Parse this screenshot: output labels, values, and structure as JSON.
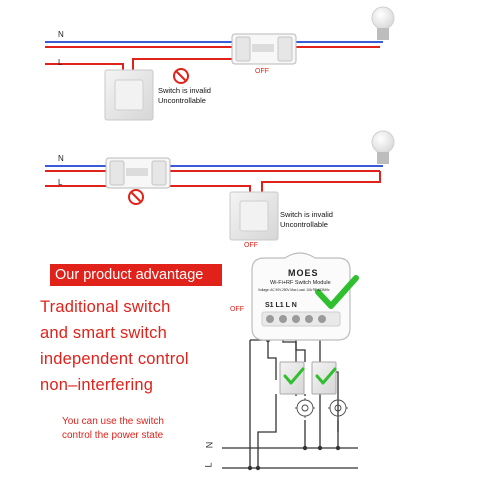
{
  "diagram1": {
    "wire_n": "N",
    "wire_l": "L",
    "switch_note_line1": "Switch is invalid",
    "switch_note_line2": "Uncontrollable",
    "status": "OFF"
  },
  "diagram2": {
    "wire_n": "N",
    "wire_l": "L",
    "switch_note_line1": "Switch is invalid",
    "switch_note_line2": "Uncontrollable",
    "status": "OFF"
  },
  "advantage": {
    "banner": "Our product advantage",
    "lines": [
      "Traditional switch",
      "and smart switch",
      "independent control",
      "non–interfering"
    ],
    "note_line1": "You can use the switch",
    "note_line2": "control the power state"
  },
  "module": {
    "brand": "MOES",
    "title": "Wi-Fi+RF Switch Module",
    "spec": "Voltage: AC 90V-250V  Max Load: 10A  RF:433MHz",
    "terminals": "S1  L1  L    N",
    "status": "OFF",
    "wire_n": "N",
    "wire_l": "L"
  },
  "colors": {
    "neutral": "#3a5bd9",
    "live": "#e0221b",
    "accent": "#e0221b",
    "check": "#2fbf2f"
  }
}
